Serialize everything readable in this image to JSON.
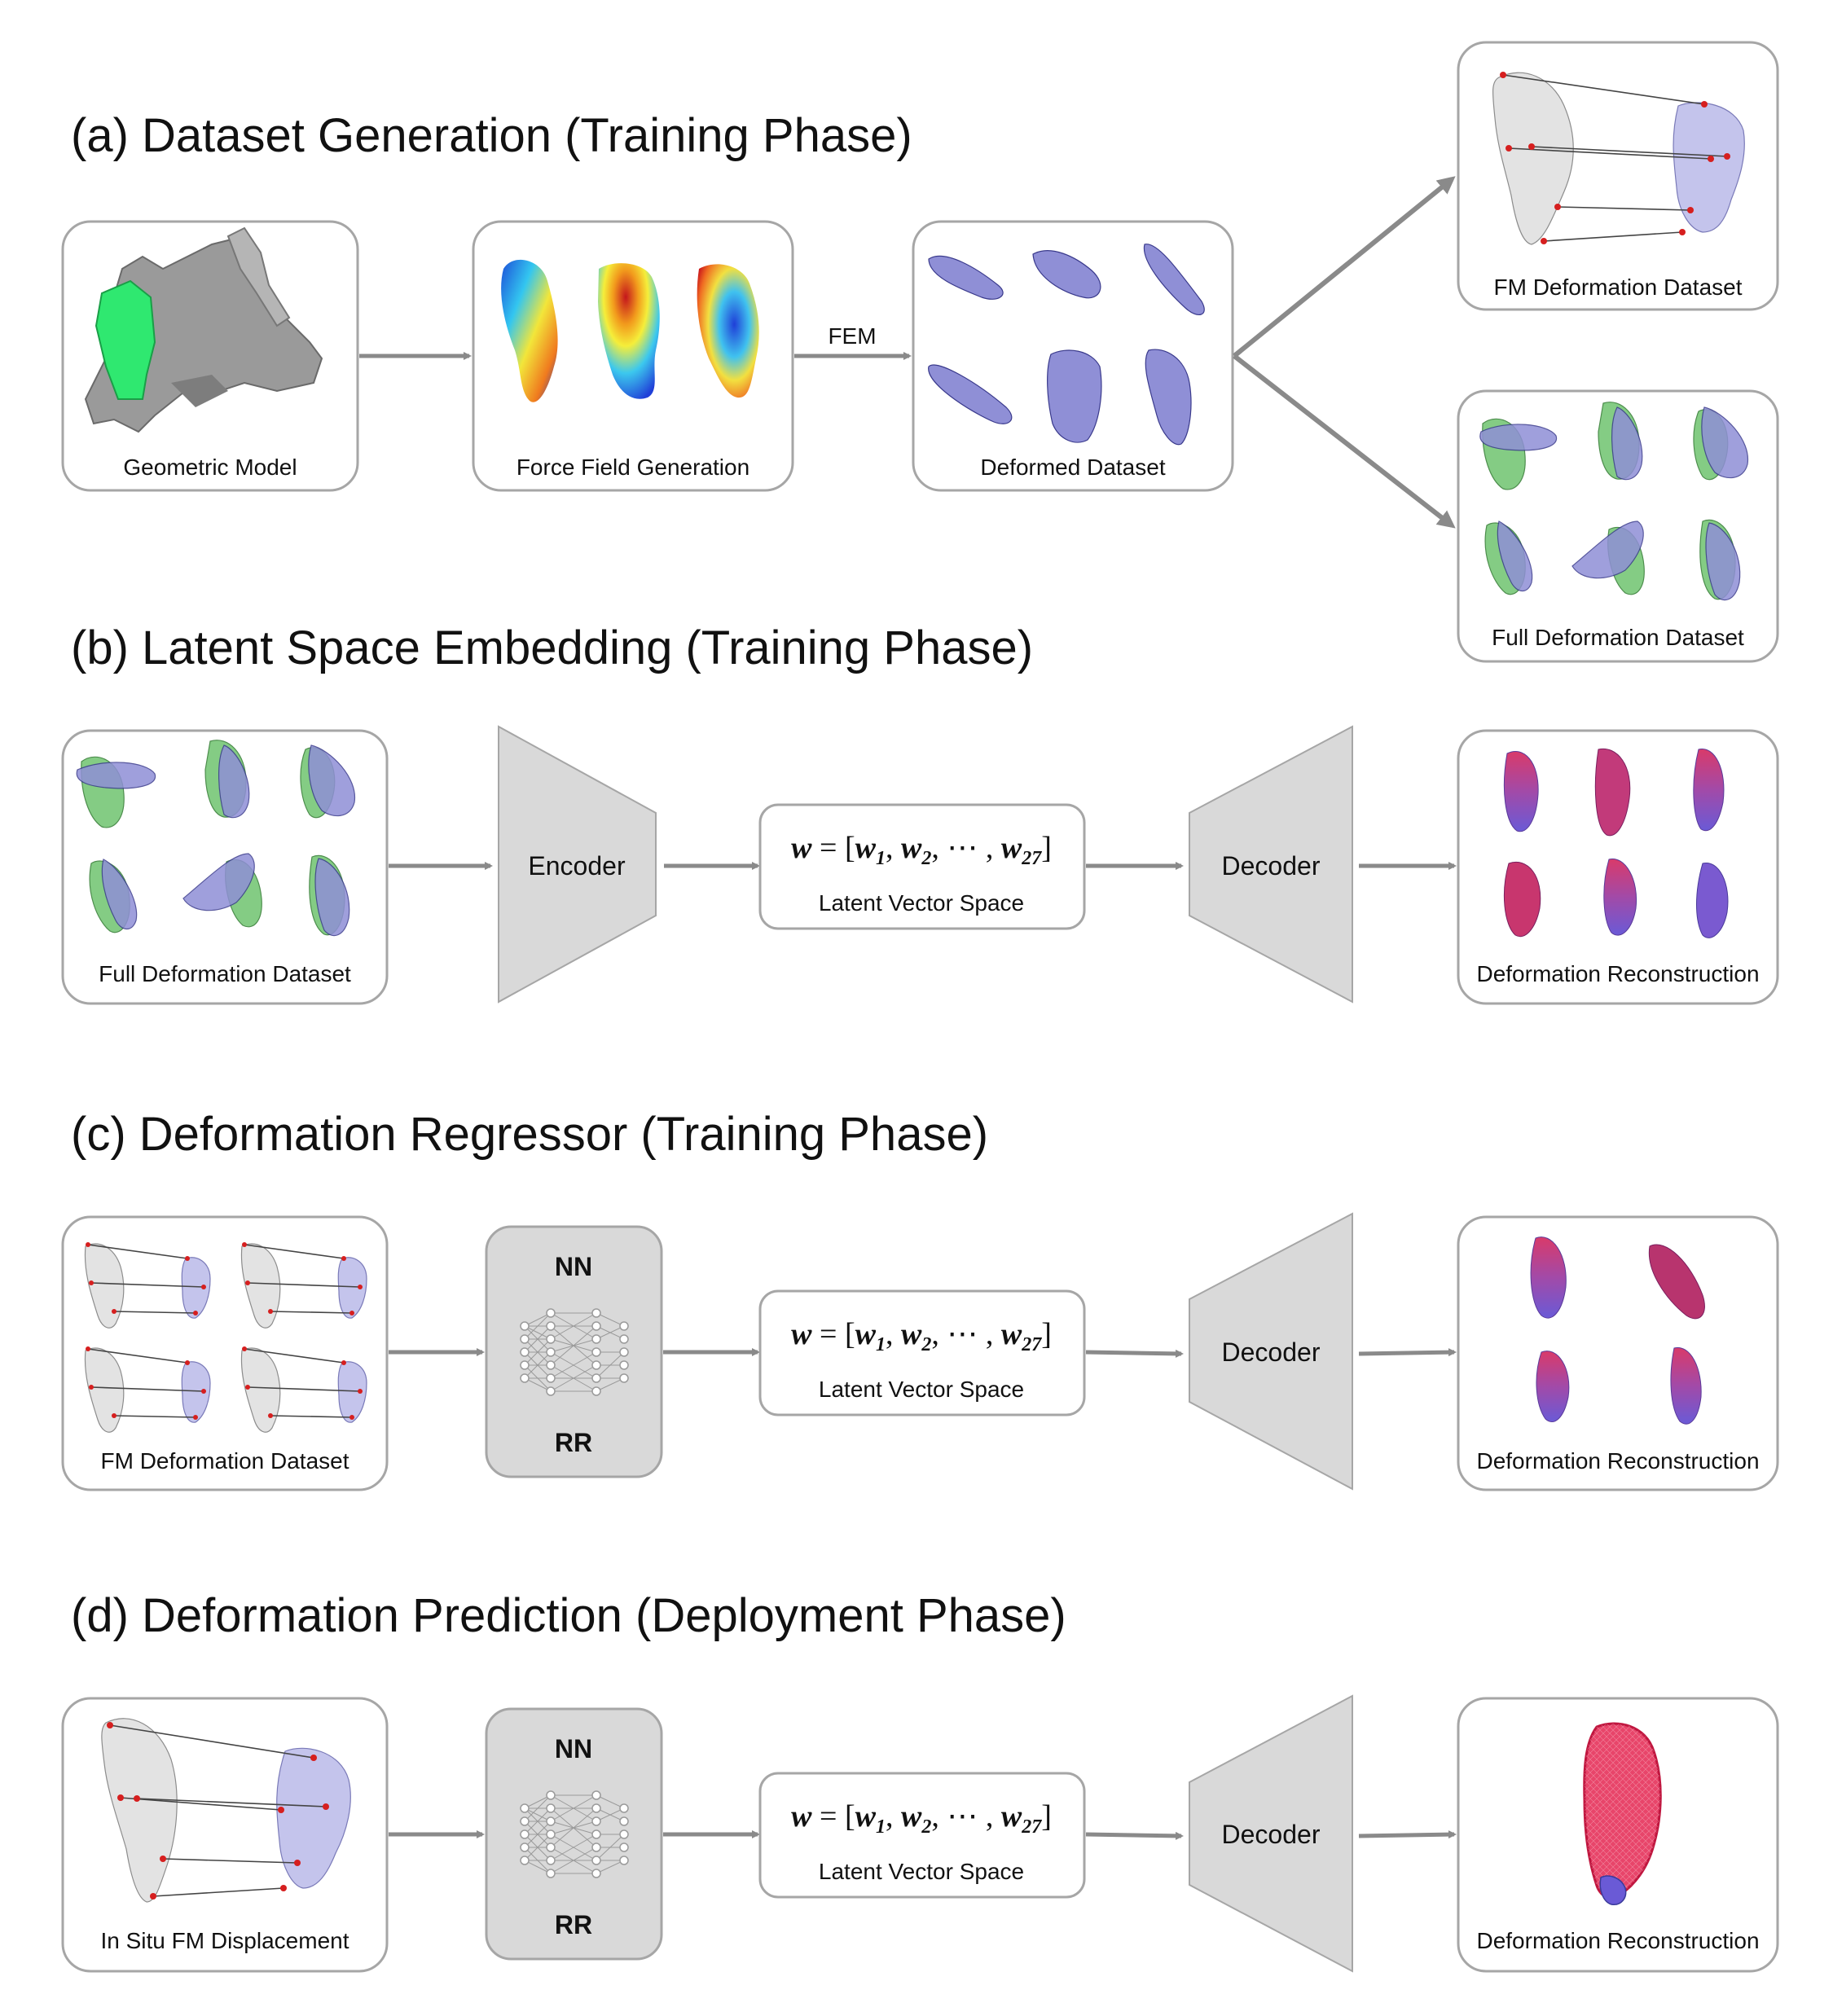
{
  "sections": {
    "a": {
      "title": "(a) Dataset Generation (Training Phase)",
      "geometric_model": "Geometric Model",
      "force_field": "Force Field Generation",
      "fem": "FEM",
      "deformed_dataset": "Deformed Dataset",
      "fm_dataset": "FM Deformation Dataset",
      "full_dataset": "Full Deformation Dataset"
    },
    "b": {
      "title": "(b) Latent Space Embedding (Training Phase)",
      "input": "Full Deformation Dataset",
      "encoder": "Encoder",
      "latent": "Latent Vector Space",
      "decoder": "Decoder",
      "output": "Deformation Reconstruction"
    },
    "c": {
      "title": "(c) Deformation Regressor (Training Phase)",
      "input": "FM Deformation Dataset",
      "nn": "NN",
      "rr": "RR",
      "latent": "Latent Vector Space",
      "decoder": "Decoder",
      "output": "Deformation Reconstruction"
    },
    "d": {
      "title": "(d) Deformation Prediction (Deployment Phase)",
      "input": "In Situ FM Displacement",
      "nn": "NN",
      "rr": "RR",
      "latent": "Latent Vector Space",
      "decoder": "Decoder",
      "output": "Deformation Reconstruction"
    }
  },
  "equation": {
    "lhs": "w",
    "equals": " = [",
    "w1": "w",
    "sub1": "1",
    "w2": "w",
    "sub2": "2",
    "ellipsis": ", ⋯ , ",
    "w27": "w",
    "sub27": "27",
    "close": "]",
    "comma": ", "
  }
}
